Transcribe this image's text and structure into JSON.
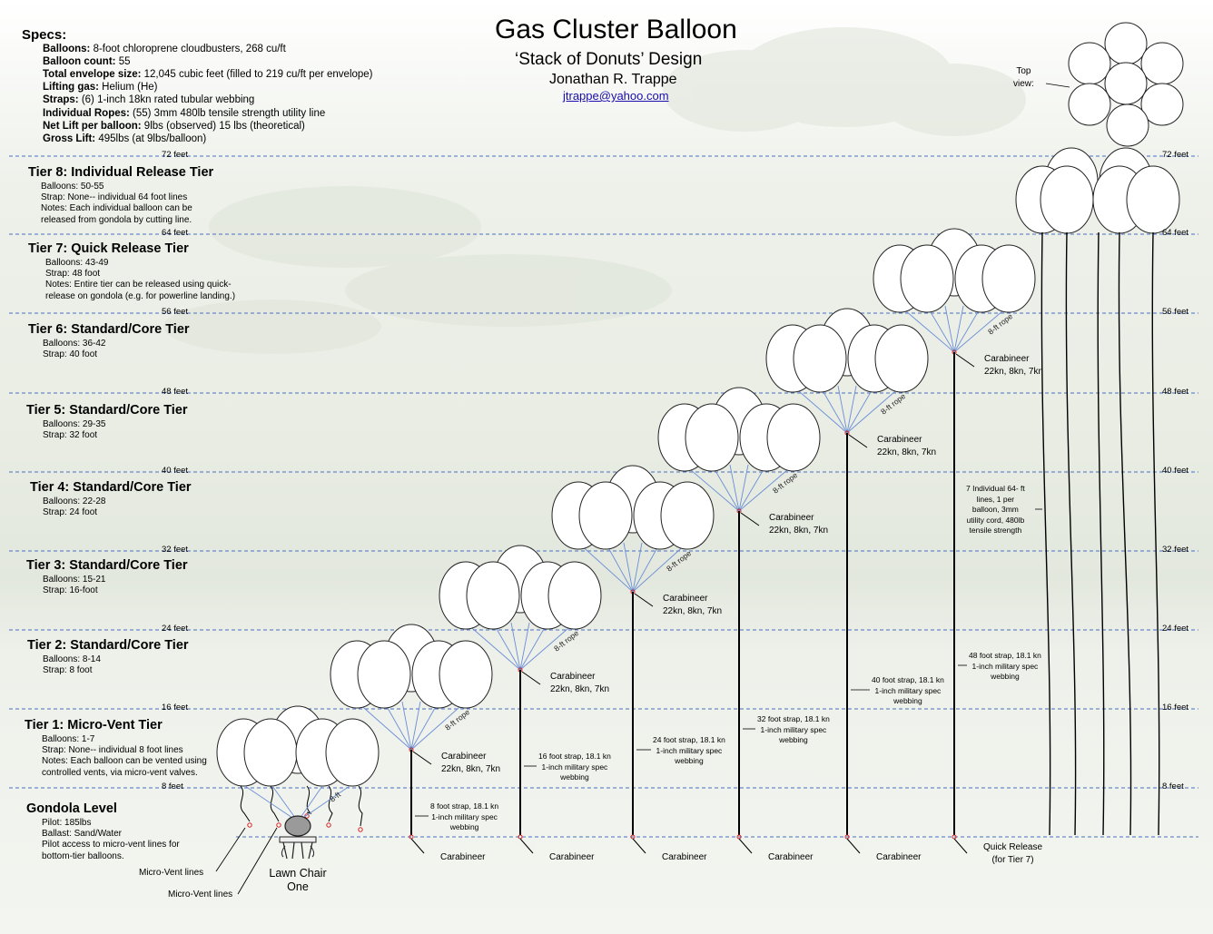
{
  "header": {
    "title": "Gas Cluster Balloon",
    "subtitle": "‘Stack of Donuts’ Design",
    "author": "Jonathan R. Trappe",
    "email": "jtrappe@yahoo.com"
  },
  "specs": {
    "heading": "Specs:",
    "items": [
      {
        "label": "Balloons:",
        "value": " 8-foot chloroprene cloudbusters, 268 cu/ft"
      },
      {
        "label": "Balloon count:",
        "value": " 55"
      },
      {
        "label": "Total envelope size:",
        "value": " 12,045 cubic feet (filled to 219 cu/ft per envelope)"
      },
      {
        "label": "Lifting gas:",
        "value": " Helium (He)"
      },
      {
        "label": "Straps:",
        "value": " (6) 1-inch 18kn rated tubular webbing"
      },
      {
        "label": "Individual Ropes:",
        "value": " (55) 3mm 480lb tensile strength utility line"
      },
      {
        "label": "Net Lift per balloon:",
        "value": " 9lbs (observed) 15 lbs (theoretical)"
      },
      {
        "label": "Gross Lift:",
        "value": " 495lbs (at 9lbs/balloon)"
      }
    ]
  },
  "top_view": {
    "label_line1": "Top",
    "label_line2": "view:"
  },
  "height_labels": [
    "72 feet",
    "64 feet",
    "56 feet",
    "48 feet",
    "40 feet",
    "32 feet",
    "24 feet",
    "16 feet",
    "8 feet"
  ],
  "tiers": [
    {
      "title": "Tier 8: Individual Release Tier",
      "lines": [
        "Balloons: 50-55",
        "Strap: None-- individual 64 foot lines",
        "Notes: Each individual balloon can be",
        "released from gondola by cutting line."
      ]
    },
    {
      "title": "Tier 7: Quick Release  Tier",
      "lines": [
        "Balloons: 43-49",
        "Strap: 48 foot",
        "Notes: Entire tier can be released using quick-",
        "release on gondola (e.g. for powerline landing.)"
      ]
    },
    {
      "title": "Tier 6: Standard/Core Tier",
      "lines": [
        "Balloons: 36-42",
        "Strap: 40 foot"
      ]
    },
    {
      "title": "Tier 5: Standard/Core Tier",
      "lines": [
        "Balloons: 29-35",
        "Strap: 32 foot"
      ]
    },
    {
      "title": "Tier 4: Standard/Core Tier",
      "lines": [
        "Balloons: 22-28",
        "Strap: 24 foot"
      ]
    },
    {
      "title": "Tier 3: Standard/Core Tier",
      "lines": [
        "Balloons: 15-21",
        "Strap: 16-foot"
      ]
    },
    {
      "title": "Tier 2: Standard/Core Tier",
      "lines": [
        "Balloons: 8-14",
        "Strap: 8 foot"
      ]
    },
    {
      "title": "Tier 1: Micro-Vent Tier",
      "lines": [
        "Balloons: 1-7",
        "Strap: None-- individual 8 foot lines",
        "Notes: Each balloon can be vented using",
        "controlled vents, via micro-vent valves."
      ]
    },
    {
      "title": "Gondola Level",
      "lines": [
        "Pilot: 185lbs",
        "Ballast: Sand/Water",
        "Pilot access to micro-vent lines for",
        "bottom-tier balloons."
      ]
    }
  ],
  "diagram": {
    "rope_label": "8-ft rope",
    "rope_label_t1": "8-ft",
    "carabineer_rating": [
      "Carabineer",
      "22kn, 8kn, 7kn"
    ],
    "carabineer": "Carabineer",
    "quick_release": [
      "Quick Release",
      "(for Tier 7)"
    ],
    "straps": [
      [
        "8 foot strap, 18.1 kn",
        "1-inch military spec",
        "webbing"
      ],
      [
        "16 foot strap, 18.1 kn",
        "1-inch military spec",
        "webbing"
      ],
      [
        "24 foot strap, 18.1 kn",
        "1-inch military spec",
        "webbing"
      ],
      [
        "32 foot strap, 18.1 kn",
        "1-inch military spec",
        "webbing"
      ],
      [
        "40 foot strap, 18.1 kn",
        "1-inch military spec",
        "webbing"
      ],
      [
        "48 foot strap, 18.1 kn",
        "1-inch military spec",
        "webbing"
      ]
    ],
    "individual_lines": [
      "7 Individual 64- ft",
      "lines, 1 per",
      "balloon, 3mm",
      "utility cord, 480lb",
      "tensile strength"
    ],
    "micro_vent_1": "Micro-Vent lines",
    "micro_vent_2": "Micro-Vent lines",
    "lawn_chair": [
      "Lawn Chair",
      "One"
    ]
  },
  "colors": {
    "rope": "#6b8fd6",
    "guide": "#4a6fc0",
    "vent": "#d62020",
    "link": "#1a0dab"
  }
}
